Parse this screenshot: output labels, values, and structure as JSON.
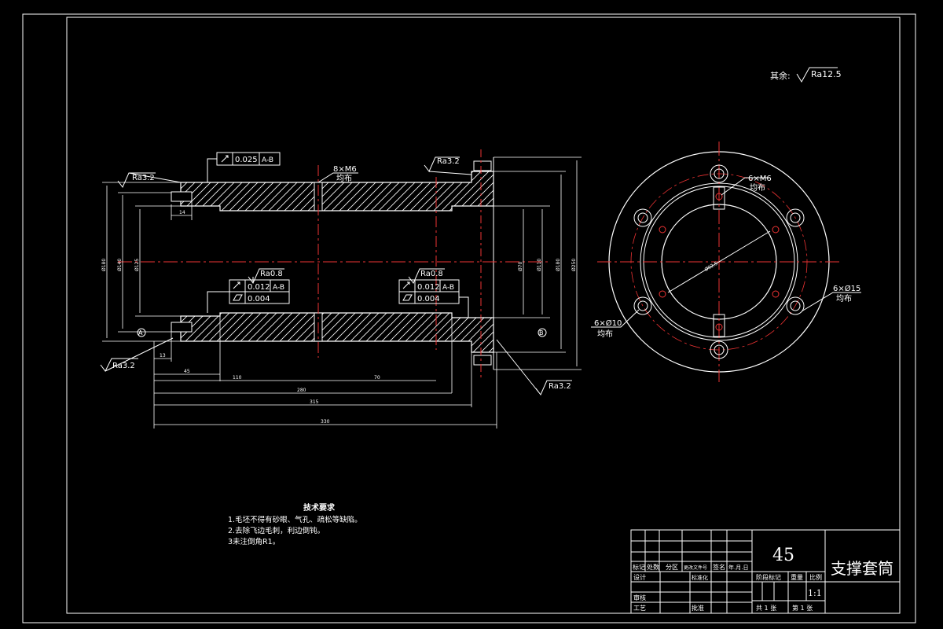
{
  "drawing": {
    "roughness_other_label": "其余:",
    "roughness_other_value": "Ra12.5",
    "section_view": {
      "ra_top_left": "Ra3.2",
      "ra_top_right": "Ra3.2",
      "ra_bottom_left": "Ra3.2",
      "ra_bottom_right": "Ra3.2",
      "ra_inner_left": "Ra0.8",
      "ra_inner_right": "Ra0.8",
      "tol_top_value": "0.025",
      "tol_top_ref": "A-B",
      "tol_left_runout": "0.012",
      "tol_left_ref": "A-B",
      "tol_left_cyl": "0.004",
      "tol_right_runout": "0.012",
      "tol_right_ref": "A-B",
      "tol_right_cyl": "0.004",
      "holes_note_line1": "8×M6",
      "holes_note_line2": "均布",
      "datum_a": "A",
      "datum_b": "B",
      "dim_14": "14",
      "dim_13": "13",
      "dim_45": "45",
      "dim_110": "110",
      "dim_70": "70",
      "dim_280": "280",
      "dim_315": "315",
      "dim_330": "330"
    },
    "end_view": {
      "note_m6_line1": "6×M6",
      "note_m6_line2": "均布",
      "note_d15_line1": "6×Ø15",
      "note_d15_line2": "均布",
      "note_d10_line1": "6×Ø10",
      "note_d10_line2": "均布"
    }
  },
  "tech_requirements": {
    "title": "技术要求",
    "items": [
      "1.毛坯不得有砂眼、气孔、疏松等缺陷。",
      "2.去除飞边毛刺，利边倒钝。",
      "3未注倒角R1。"
    ]
  },
  "title_block": {
    "material": "45",
    "part_name": "支撑套筒",
    "col_marks": "标记",
    "col_count": "处数",
    "col_zone": "分区",
    "col_change_doc": "更改文件号",
    "col_sign": "签名",
    "col_date": "年.月.日",
    "row_design": "设计",
    "row_standard": "标准化",
    "row_check": "审核",
    "row_process": "工艺",
    "row_approve": "批准",
    "stage_mark": "阶段标记",
    "weight": "重量",
    "scale_label": "比例",
    "scale_value": "1:1",
    "sheets_total": "共 1 张",
    "sheet_no": "第 1 张"
  }
}
